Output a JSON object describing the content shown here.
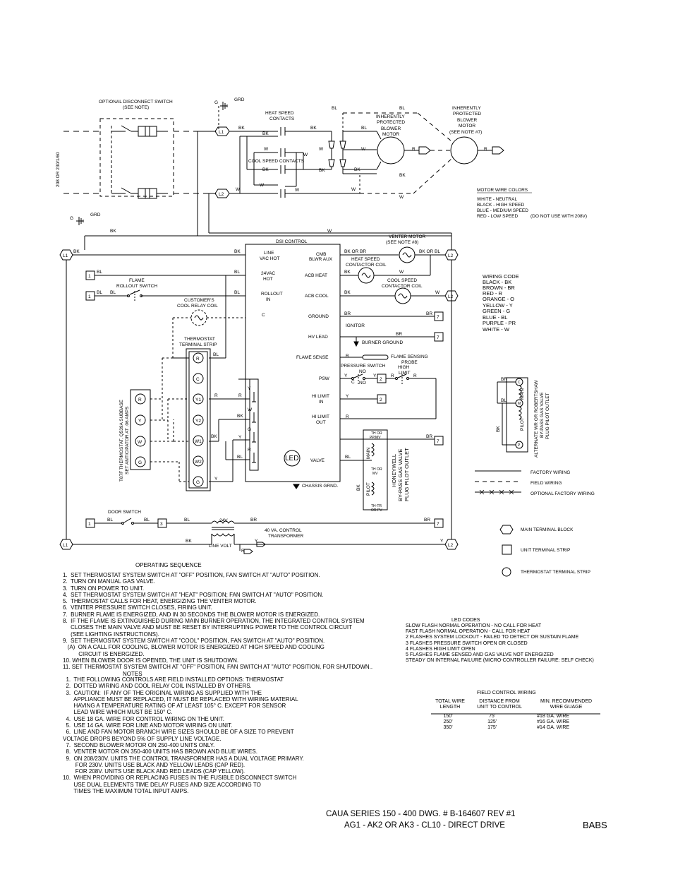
{
  "power": {
    "supply_voltage": "208 OR 230/1/60",
    "disconnect_label": [
      "OPTIONAL DISCONNECT SWITCH",
      "(SEE NOTE)"
    ],
    "grd": "GRD",
    "g": "G"
  },
  "motors": {
    "heat_contacts": [
      "HEAT SPEED",
      "CONTACTS"
    ],
    "cool_contacts": "COOL SPEED CONTACTS",
    "blower_motor": [
      "INHERENTLY",
      "PROTECTED",
      "BLOWER",
      "MOTOR"
    ],
    "blower_motor2": [
      "INHERENTLY",
      "PROTECTED",
      "BLOWER",
      "MOTOR",
      "(SEE NOTE #7)"
    ],
    "motor_wire_colors": {
      "title": "MOTOR WIRE COLORS",
      "lines": [
        "WHITE - NEUTRAL",
        "BLACK - HIGH SPEED",
        "BLUE - MEDIUM SPEED",
        "RED - LOW SPEED"
      ],
      "note": "(DO NOT USE WITH 208V)"
    }
  },
  "wire_labels": {
    "bk": "BK",
    "bl": "BL",
    "w": "W",
    "r": "R",
    "br": "BR",
    "y": "Y",
    "c": "C",
    "g": "G",
    "bk_or_br": "BK OR BR",
    "bk_or_bl": "BK OR BL",
    "l1": "L1",
    "l2": "L2",
    "t1": "1",
    "t3": "3",
    "t7": "7",
    "t2": "2"
  },
  "dsi": {
    "title": "DSI CONTROL",
    "left": [
      [
        "LINE",
        "VAC HOT"
      ],
      [
        "24VAC",
        "HOT"
      ],
      [
        "ROLLOUT",
        "IN"
      ]
    ],
    "right": [
      [
        "CMB",
        "BLWR AUX"
      ],
      [
        "ACB HEAT"
      ],
      [
        "ACB COOL"
      ],
      [
        "GROUND"
      ],
      [
        "HV LEAD"
      ],
      [
        "FLAME SENSE"
      ],
      [
        "PSW"
      ],
      [
        "HI LIMIT",
        "IN"
      ],
      [
        "HI LIMIT",
        "OUT"
      ],
      [
        "VALVE"
      ]
    ],
    "led": "LED",
    "chassis": "CHASSIS GRND."
  },
  "components": {
    "venter_motor": [
      "VENTER MOTOR",
      "(SEE NOTE #8)"
    ],
    "heat_speed_coil": [
      "HEAT SPEED",
      "CONTACTOR COIL"
    ],
    "cool_speed_coil": [
      "COOL SPEED",
      "CONTACTOR COIL"
    ],
    "flame_rollout": [
      "FLAME",
      "ROLLOUT SWITCH"
    ],
    "customer_relay": [
      "CUSTOMER'S",
      "COOL RELAY COIL"
    ],
    "ignitor": "IGNITOR",
    "burner_ground": "BURNER GROUND",
    "flame_probe": [
      "FLAME SENSING",
      "PROBE"
    ],
    "pressure_switch": "PRESSURE SWITCH",
    "no": "NO",
    "high_limit": [
      "HIGH",
      "LIMIT"
    ],
    "thermostat_strip": [
      "THERMOSTAT",
      "TERMINAL STRIP"
    ],
    "thermostat_terms": [
      "R",
      "C",
      "Y1",
      "Y2",
      "W1",
      "W2",
      "G"
    ],
    "subbase_terms": [
      "R",
      "Y",
      "W",
      "G"
    ],
    "subbase_label": [
      "T87F THERMOSTAT, Q539A SUBBASE",
      "SET ANTICIPATOR AT .06 AMPS"
    ],
    "door_switch": "DOOR SWITCH",
    "transformer": [
      "40 VA. CONTROL",
      "TRANSFORMER"
    ],
    "v24": "24V",
    "line_volt": "LINE VOLT",
    "gas_valve": [
      "HONEYWELL",
      "BY-PASS GAS VALVE",
      "PLUG PILOT OUTLET"
    ],
    "valve_main": "MAIN",
    "valve_pilot": "PILOT",
    "valve_th_top": [
      "TH OR",
      "PP/MV"
    ],
    "valve_th_mid": [
      "TH OR",
      "MV"
    ],
    "valve_th_bot": [
      "TH-TR",
      "OR PV"
    ],
    "alt_valve": [
      "ALTERNATE WR OR ROBERTSHAW",
      "BY-PASS GAS VALVE",
      "PLUG PILOT OUTLET"
    ],
    "alt_terms": [
      "C",
      "M",
      "P"
    ]
  },
  "wiring_code": {
    "title": "WIRING CODE",
    "items": [
      "BLACK - BK",
      "BROWN - BR",
      "RED - R",
      "ORANGE - O",
      "YELLOW - Y",
      "GREEN - G",
      "BLUE - BL",
      "PURPLE - PR",
      "WHITE - W"
    ]
  },
  "legend": {
    "lines": [
      "FACTORY WIRING",
      "FIELD WIRING",
      "OPTIONAL FACTORY WIRING"
    ],
    "symbols": [
      "MAIN TERMINAL BLOCK",
      "UNIT TERMINAL STRIP",
      "THERMOSTAT TERMINAL STRIP"
    ]
  },
  "operating_sequence": {
    "title": "OPERATING SEQUENCE",
    "text": "1.  SET THERMOSTAT SYSTEM SWITCH AT \"OFF\" POSITION, FAN SWITCH AT \"AUTO\" POSITION.\n2.  TURN ON MANUAL GAS VALVE.\n3.  TURN ON POWER TO UNIT.\n4.  SET THERMOSTAT SYSTEM SWITCH AT \"HEAT\" POSITION; FAN SWITCH AT \"AUTO\" POSITION.\n5.  THERMOSTAT CALLS FOR HEAT, ENERGIZING THE VENTER MOTOR.\n6.  VENTER PRESSURE SWITCH CLOSES, FIRING UNIT.\n7.  BURNER FLAME IS ENERGIZED, AND IN 30 SECONDS THE BLOWER MOTOR IS ENERGIZED.\n8.  IF THE FLAME IS EXTINGUISHED DURING MAIN BURNER OPERATION, THE INTEGRATED CONTROL SYSTEM\n     CLOSES THE MAIN VALVE AND MUST BE RESET BY INTERRUPTING POWER TO THE CONTROL CIRCUIT\n     (SEE LIGHTING INSTRUCTIONS).\n9.  SET THERMOSTAT SYSTEM SWITCH AT \"COOL\" POSITION, FAN SWITCH AT \"AUTO\" POSITION.\n   (A)  ON A CALL FOR COOLING, BLOWER MOTOR IS ENERGIZED AT HIGH SPEED AND COOLING\n          CIRCUIT IS ENERGIZED.\n10. WHEN BLOWER DOOR IS OPENED, THE UNIT IS SHUTDOWN.\n11. SET THERMOSTAT SYSTEM SWITCH AT \"OFF\" POSITION, FAN SWITCH AT \"AUTO\" POSITION, FOR SHUTDOWN.."
  },
  "notes": {
    "title": "NOTES",
    "text": "  1.  THE FOLLOWING CONTROLS ARE FIELD INSTALLED OPTIONS: THERMOSTAT\n  2.  DOTTED WIRING AND COOL RELAY COIL INSTALLED BY OTHERS.\n  3.  CAUTION:  IF ANY OF THE ORIGINAL WIRING AS SUPPLIED WITH THE\n       APPLIANCE MUST BE REPLACED, IT MUST BE REPLACED WITH WIRING MATERIAL\n       HAVING A TEMPERATURE RATING OF AT LEAST 105° C. EXCEPT FOR SENSOR\n       LEAD WIRE WHICH MUST BE 150° C.\n  4.  USE 18 GA. WIRE FOR CONTROL WIRING ON THE UNIT.\n  5.  USE 14 GA. WIRE FOR LINE AND MOTOR WIRING ON UNIT.\n  6.  LINE AND FAN MOTOR BRANCH WIRE SIZES SHOULD BE OF A SIZE TO PREVENT\nVOLTAGE DROPS BEYOND 5% OF SUPPLY LINE VOLTAGE.\n  7.  SECOND BLOWER MOTOR ON 250-400 UNITS ONLY.\n  8.  VENTER MOTOR ON 350-400 UNITS HAS BROWN AND BLUE WIRES.\n  9.  ON 208/230V. UNITS THE CONTROL TRANSFORMER HAS A DUAL VOLTAGE PRIMARY.\n        FOR 230V. UNITS USE BLACK AND YELLOW LEADS (CAP RED).\n        FOR 208V. UNITS USE BLACK AND RED LEADS (CAP YELLOW).\n10.  WHEN PROVIDING OR REPLACING FUSES IN THE FUSIBLE DISCONNECT SWITCH\n       USE DUAL ELEMENTS TIME DELAY FUSES AND SIZE ACCORDING TO\n       TIMES THE MAXIMUM TOTAL INPUT AMPS."
  },
  "led_codes": {
    "title": "LED CODES",
    "lines": [
      "SLOW FLASH NORMAL OPERATION - NO CALL FOR HEAT",
      "FAST FLASH NORMAL OPERATION - CALL FOR HEAT",
      "2 FLASHES SYSTEM LOCKOUT - FAILED TO DETECT OR SUSTAIN FLAME",
      "3 FLASHES PRESSURE SWITCH OPEN OR CLOSED",
      "4 FLASHES HIGH LIMIT OPEN",
      "5 FLASHES FLAME SENSED AND GAS VALVE NOT ENERGIZED",
      "STEADY ON INTERNAL FAILURE (MICRO-CONTROLLER FAILURE: SELF CHECK)"
    ]
  },
  "field_control": {
    "title": "FIELD CONTROL WIRING",
    "headers": [
      [
        "TOTAL WIRE",
        "LENGTH"
      ],
      [
        "DISTANCE FROM",
        "UNIT TO CONTROL"
      ],
      [
        "MIN. RECOMMENDED",
        "WIRE GUAGE"
      ]
    ],
    "rows": [
      [
        "150'",
        "75'",
        "#18 GA. WIRE"
      ],
      [
        "250'",
        "125'",
        "#16 GA. WIRE"
      ],
      [
        "350'",
        "175'",
        "#14 GA. WIRE"
      ]
    ]
  },
  "title_block": {
    "line1": "CAUA SERIES 150 - 400  DWG. # B-164607 REV #1",
    "line2": "AG1 - AK2 OR AK3 - CL10 - DIRECT DRIVE",
    "babs": "BABS"
  }
}
